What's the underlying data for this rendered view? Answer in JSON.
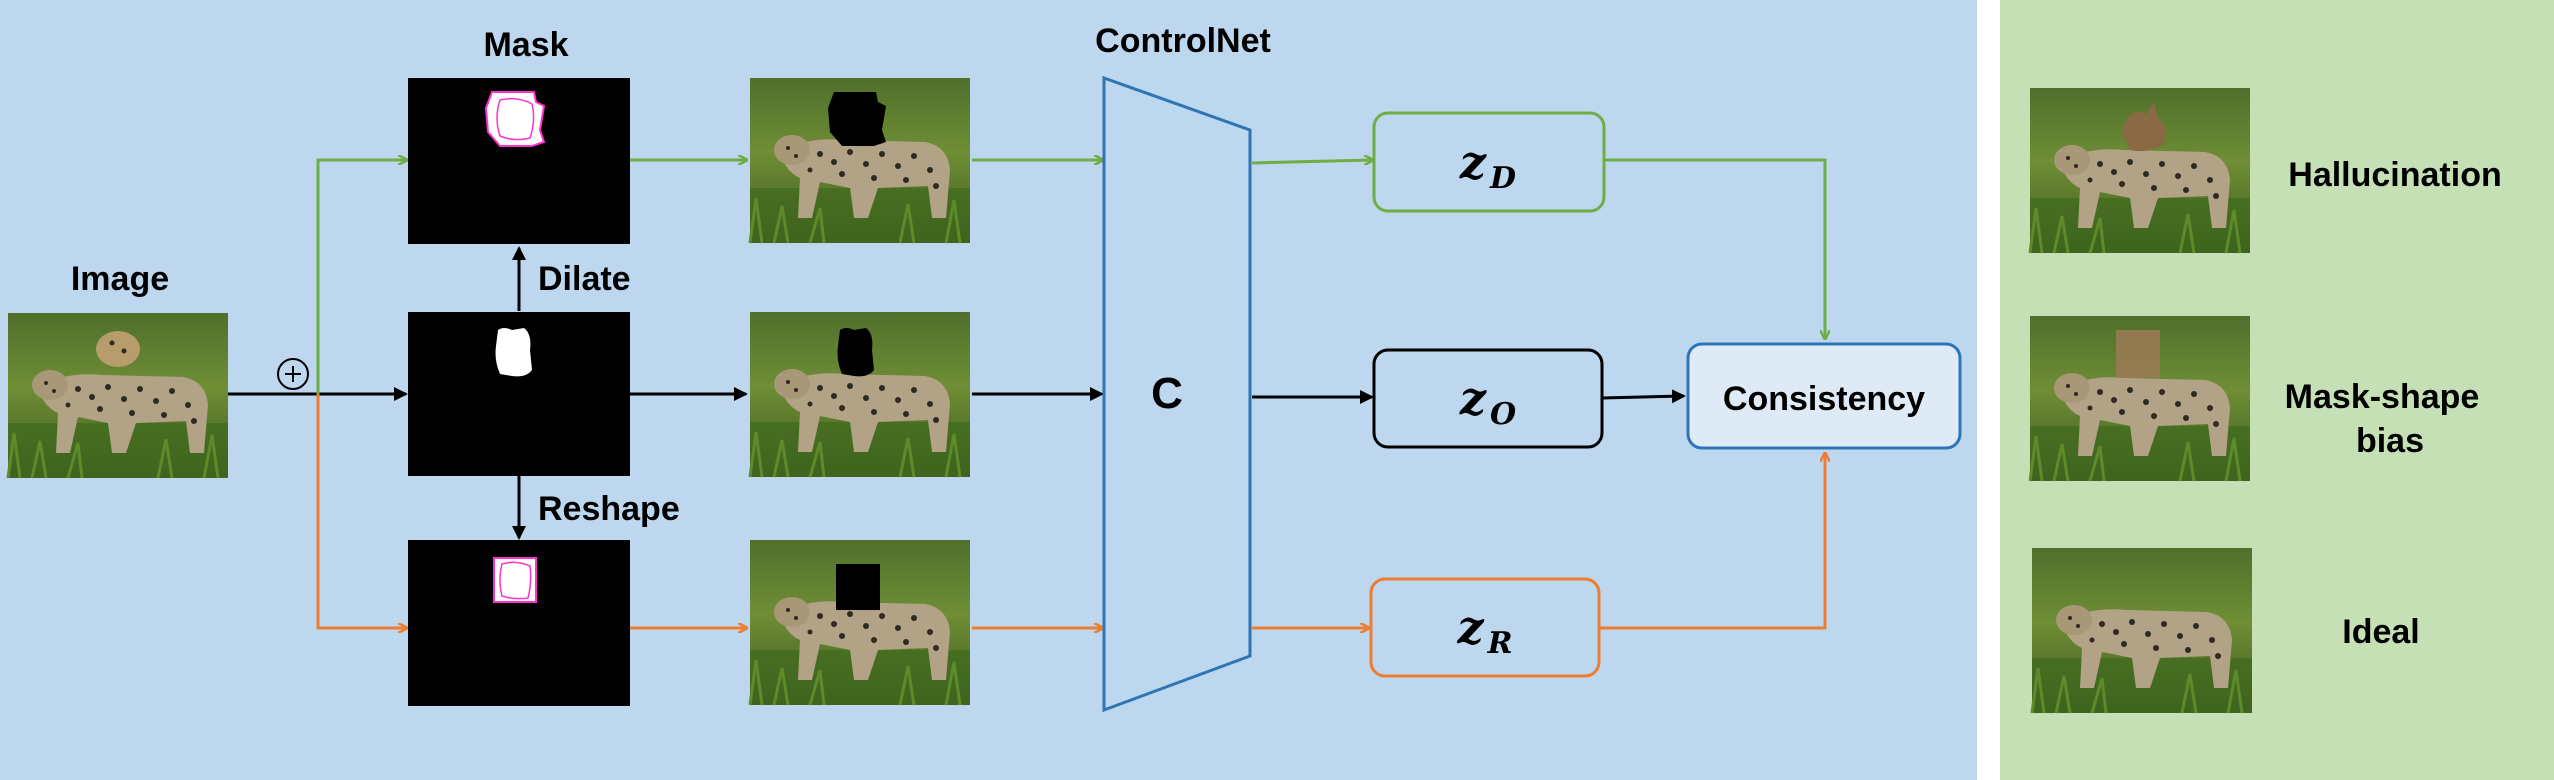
{
  "labels": {
    "image": "Image",
    "mask": "Mask",
    "dilate": "Dilate",
    "reshape": "Reshape",
    "controlnet": "ControlNet",
    "c": "C",
    "consistency": "Consistency"
  },
  "latents": {
    "d": {
      "base": "z",
      "sub": "D"
    },
    "o": {
      "base": "z",
      "sub": "O"
    },
    "r": {
      "base": "z",
      "sub": "R"
    }
  },
  "outcomes": [
    "Hallucination",
    "Mask-shape",
    "bias",
    "Ideal"
  ],
  "colors": {
    "main_bg": "#bdd7ee",
    "side_bg": "#c5e0b4",
    "green": "#70ad47",
    "orange": "#ed7d31",
    "blue": "#2e75b6",
    "black": "#000000",
    "consistency_fill": "#deebf7"
  }
}
